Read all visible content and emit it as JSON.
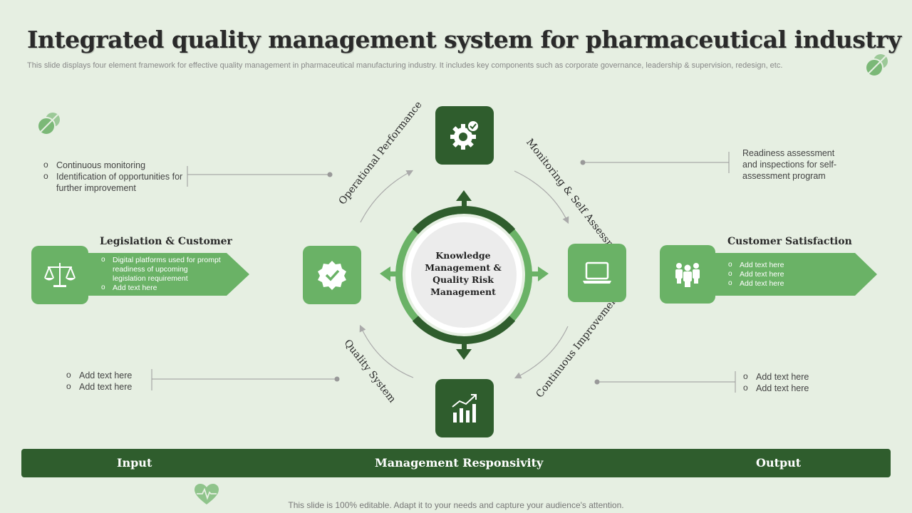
{
  "title": "Integrated quality management system for pharmaceutical industry",
  "subtitle": "This slide displays four element framework for effective quality management in pharmaceutical manufacturing industry. It includes key components such as corporate governance, leadership & supervision, redesign, etc.",
  "center": {
    "label": "Knowledge Management & Quality Risk Management"
  },
  "curve_labels": {
    "operational": "Operational Performance",
    "monitoring": "Monitoring & Self Assessment",
    "quality": "Quality System",
    "continuous": "Continuous Improvement"
  },
  "top_left": {
    "items": [
      "Continuous monitoring",
      "Identification of opportunities for further improvement"
    ]
  },
  "top_right": {
    "text": "Readiness assessment and inspections for self-assessment program"
  },
  "bottom_left": {
    "items": [
      "Add text here",
      "Add text here"
    ]
  },
  "bottom_right": {
    "items": [
      "Add text here",
      "Add text here"
    ]
  },
  "left_panel": {
    "heading": "Legislation & Customer",
    "items": [
      "Digital platforms used for prompt readiness of upcoming legislation requirement",
      "Add text here"
    ]
  },
  "right_panel": {
    "heading": "Customer Satisfaction",
    "items": [
      "Add text here",
      "Add text here",
      "Add text here"
    ]
  },
  "bottom_bar": {
    "input": "Input",
    "management": "Management Responsivity",
    "output": "Output"
  },
  "footer": "This slide is 100% editable. Adapt it to your needs and capture your audience's attention.",
  "icons": {
    "top": "gear-check-icon",
    "bottom": "bar-chart-growth-icon",
    "left": "badge-check-icon",
    "right": "laptop-icon",
    "left_panel": "scales-icon",
    "right_panel": "team-icon",
    "decor": "pills-icon",
    "decor_bottom": "heart-pulse-icon"
  },
  "colors": {
    "dark_green": "#2f5d2d",
    "light_green": "#6ab266",
    "background": "#e6efe2"
  }
}
